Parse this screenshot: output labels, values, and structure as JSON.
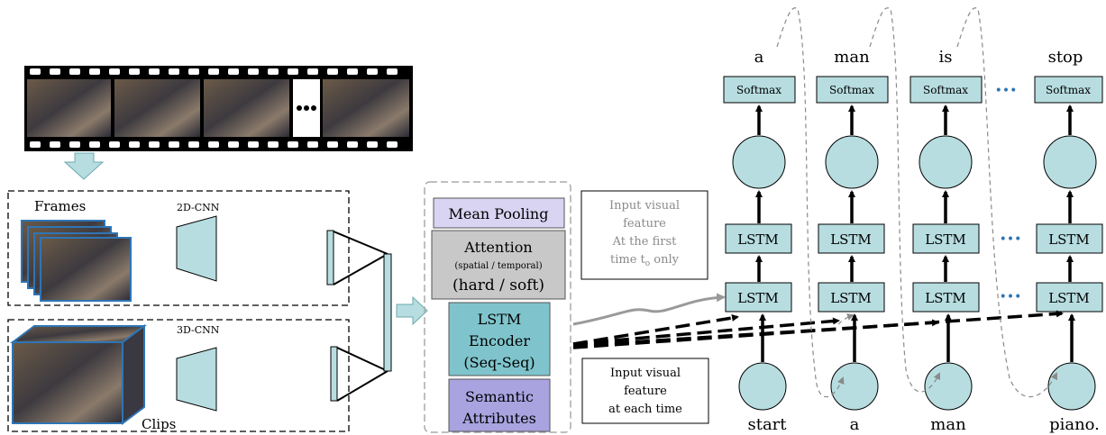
{
  "cnn": {
    "frames_label": "Frames",
    "cnn2d_label": "2D-CNN",
    "cnn3d_label": "3D-CNN",
    "clips_label": "Clips"
  },
  "methods": {
    "mean_pooling": "Mean Pooling",
    "attention": "Attention",
    "attention_sub": "(spatial / temporal)",
    "attention_type": "(hard / soft)",
    "lstm_encoder": [
      "LSTM",
      "Encoder",
      "(Seq-Seq)"
    ],
    "semantic": [
      "Semantic",
      "Attributes"
    ]
  },
  "notes": {
    "first_time": [
      "Input visual",
      "feature",
      "At the first",
      "time t",
      "o",
      " only"
    ],
    "each_time": [
      "Input visual",
      "feature",
      "at each time"
    ]
  },
  "decoder": {
    "outputs": [
      "a",
      "man",
      "is",
      "stop"
    ],
    "inputs": [
      "start",
      "a",
      "man",
      "piano."
    ],
    "softmax_label": "Softmax",
    "lstm_label": "LSTM",
    "ellipsis": "•••"
  },
  "colors": {
    "teal": "#b7dde0",
    "teal_dark": "#7fc4cc",
    "lavender": "#d8d4f2",
    "purple": "#a9a3e0",
    "gray_box": "#c8c8c8",
    "frame_blue": "#2e75b6"
  }
}
